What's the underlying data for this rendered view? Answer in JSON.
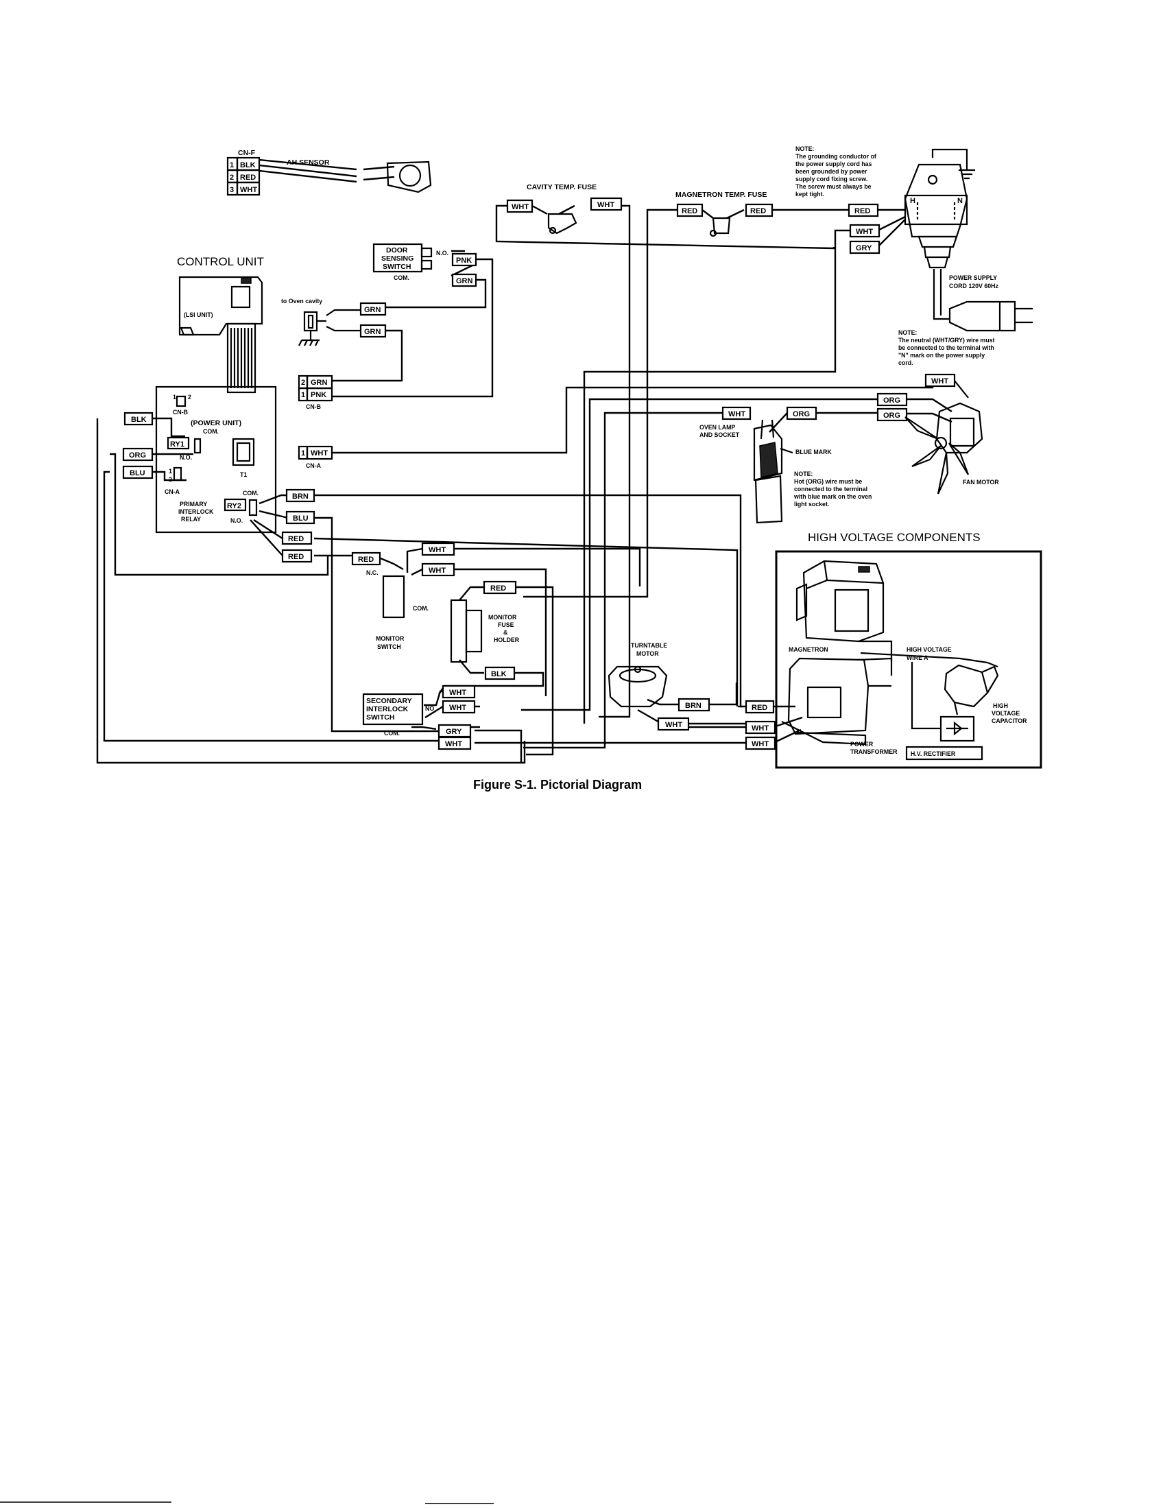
{
  "figure_caption": "Figure S-1. Pictorial Diagram",
  "headings": {
    "control_unit": "CONTROL UNIT",
    "high_voltage": "HIGH VOLTAGE COMPONENTS"
  },
  "connectors": {
    "cn_f": {
      "name": "CN-F",
      "pins": [
        {
          "num": "1",
          "wire": "BLK"
        },
        {
          "num": "2",
          "wire": "RED"
        },
        {
          "num": "3",
          "wire": "WHT"
        }
      ]
    },
    "cn_b": {
      "name": "CN-B",
      "pins": [
        {
          "num": "2",
          "wire": "GRN"
        },
        {
          "num": "1",
          "wire": "PNK"
        }
      ]
    },
    "cn_a": {
      "name": "CN-A",
      "pins": [
        {
          "num": "1",
          "wire": "WHT"
        }
      ]
    },
    "cn_b_board": "CN-B",
    "cn_a_board": "CN-A"
  },
  "labels": {
    "ah_sensor": "AH SENSOR",
    "cavity_temp_fuse": "CAVITY TEMP. FUSE",
    "magnetron_temp_fuse": "MAGNETRON TEMP. FUSE",
    "door_sensing_switch": [
      "DOOR",
      "SENSING",
      "SWITCH"
    ],
    "lsi_unit": "(LSI UNIT)",
    "to_oven_cavity": "to Oven cavity",
    "power_unit": "(POWER UNIT)",
    "ry1": "RY1",
    "ry2": "RY2",
    "t1": "T1",
    "com": "COM.",
    "no": "N.O.",
    "nc": "N.C.",
    "no_short": "NO",
    "primary_interlock_relay": [
      "PRIMARY",
      "INTERLOCK",
      "RELAY"
    ],
    "monitor_switch": [
      "MONITOR",
      "SWITCH"
    ],
    "monitor_fuse_holder": [
      "MONITOR",
      "FUSE",
      "&",
      "HOLDER"
    ],
    "secondary_interlock_switch": [
      "SECONDARY",
      "INTERLOCK",
      "SWITCH"
    ],
    "turntable_motor": [
      "TURNTABLE",
      "MOTOR"
    ],
    "oven_lamp_socket": [
      "OVEN LAMP",
      "AND SOCKET"
    ],
    "blue_mark": "BLUE MARK",
    "fan_motor": "FAN MOTOR",
    "power_supply_cord": [
      "POWER SUPPLY",
      "CORD 120V 60Hz"
    ],
    "magnetron": "MAGNETRON",
    "high_voltage_wire_a": [
      "HIGH VOLTAGE",
      "WIRE A"
    ],
    "high_voltage_capacitor": [
      "HIGH",
      "VOLTAGE",
      "CAPACITOR"
    ],
    "power_transformer": [
      "POWER",
      "TRANSFORMER"
    ],
    "hv_rectifier": "H.V. RECTIFIER",
    "h": "H",
    "n": "N"
  },
  "notes": {
    "grounding": [
      "NOTE:",
      "The grounding conductor of",
      "the power supply cord has",
      "been grounded by power",
      "supply cord fixing screw.",
      "The screw must always be",
      "kept tight."
    ],
    "neutral": [
      "NOTE:",
      "The neutral (WHT/GRY) wire must",
      "be connected to the terminal with",
      "\"N\" mark on the power supply",
      "cord."
    ],
    "hot": [
      "NOTE:",
      "Hot (ORG) wire must be",
      "connected to the terminal",
      "with blue mark on the oven",
      "light socket."
    ]
  },
  "wire_tags": {
    "cavity_fuse_l": "WHT",
    "cavity_fuse_r": "WHT",
    "mag_fuse_l": "RED",
    "mag_fuse_r": "RED",
    "cord_red": "RED",
    "cord_wht": "WHT",
    "cord_gry": "GRY",
    "door_pnk": "PNK",
    "door_grn": "GRN",
    "cavity_grn1": "GRN",
    "cavity_grn2": "GRN",
    "blk_left": "BLK",
    "org_left": "ORG",
    "blu_left": "BLU",
    "ry2_brn": "BRN",
    "ry2_blu": "BLU",
    "ry2_red1": "RED",
    "ry2_red2": "RED",
    "mon_red": "RED",
    "mon_wht1": "WHT",
    "mon_wht2": "WHT",
    "fuse_red": "RED",
    "fuse_blk": "BLK",
    "sec_wht1": "WHT",
    "sec_wht2": "WHT",
    "sec_gry": "GRY",
    "sec_wht3": "WHT",
    "tt_brn": "BRN",
    "tt_wht": "WHT",
    "hv_red": "RED",
    "hv_wht1": "WHT",
    "hv_wht2": "WHT",
    "lamp_wht": "WHT",
    "lamp_org": "ORG",
    "fan_org1": "ORG",
    "fan_org2": "ORG",
    "fan_wht": "WHT"
  }
}
